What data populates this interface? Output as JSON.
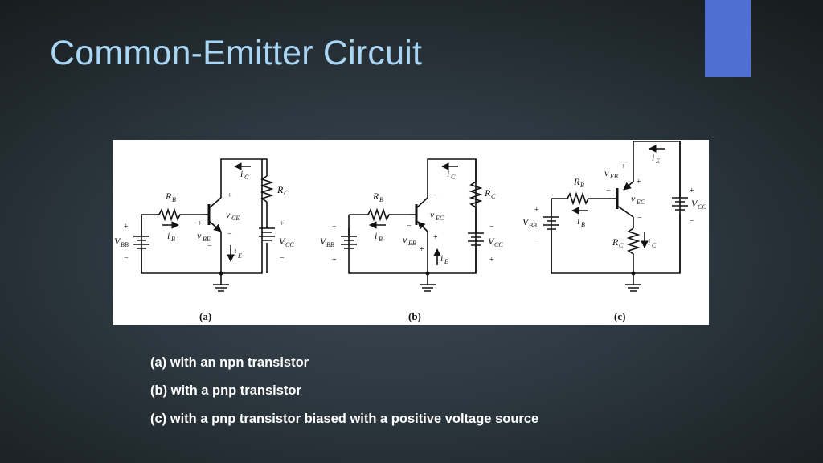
{
  "slide": {
    "title": "Common-Emitter Circuit",
    "accent_color": "#4f6fd2"
  },
  "figure": {
    "panels": [
      {
        "label": "(a)",
        "labels": {
          "ic": "i",
          "ic_sub": "C",
          "rb": "R",
          "rb_sub": "B",
          "rc": "R",
          "rc_sub": "C",
          "vce": "v",
          "vce_sub": "CE",
          "vbe": "v",
          "vbe_sub": "BE",
          "ib": "i",
          "ib_sub": "B",
          "ie": "i",
          "ie_sub": "E",
          "vbb": "V",
          "vbb_sub": "BB",
          "vcc": "V",
          "vcc_sub": "CC"
        }
      },
      {
        "label": "(b)",
        "labels": {
          "ic": "i",
          "ic_sub": "C",
          "rb": "R",
          "rb_sub": "B",
          "rc": "R",
          "rc_sub": "C",
          "vec": "v",
          "vec_sub": "EC",
          "veb": "v",
          "veb_sub": "EB",
          "ib": "i",
          "ib_sub": "B",
          "ie": "i",
          "ie_sub": "E",
          "vbb": "V",
          "vbb_sub": "BB",
          "vcc": "V",
          "vcc_sub": "CC"
        }
      },
      {
        "label": "(c)",
        "labels": {
          "ie": "i",
          "ie_sub": "E",
          "rb": "R",
          "rb_sub": "B",
          "veb": "v",
          "veb_sub": "EB",
          "vec": "v",
          "vec_sub": "EC",
          "vbb": "V",
          "vbb_sub": "BB",
          "ib": "i",
          "ib_sub": "B",
          "rc": "R",
          "rc_sub": "C",
          "ic": "i",
          "ic_sub": "C",
          "vcc": "V",
          "vcc_sub": "CC"
        }
      }
    ]
  },
  "captions": [
    "(a) with an npn transistor",
    "(b) with a pnp transistor",
    "(c) with a pnp transistor biased with a positive voltage source"
  ]
}
